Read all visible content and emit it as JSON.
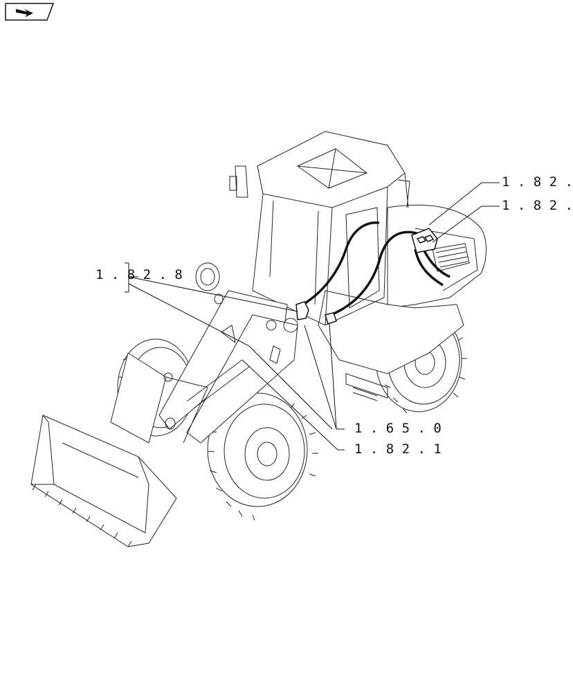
{
  "icons": {
    "nav": "arrow-forward-icon"
  },
  "callouts": {
    "top_right_1": "1 . 8 2 .",
    "top_right_2": "1 . 8 2 .",
    "left_group": "1 . 8 2 . 8",
    "lower_1": "1 . 6 5 . 0",
    "lower_2": "1 . 8 2 . 1"
  },
  "colors": {
    "line": "#111111",
    "background": "#ffffff"
  }
}
